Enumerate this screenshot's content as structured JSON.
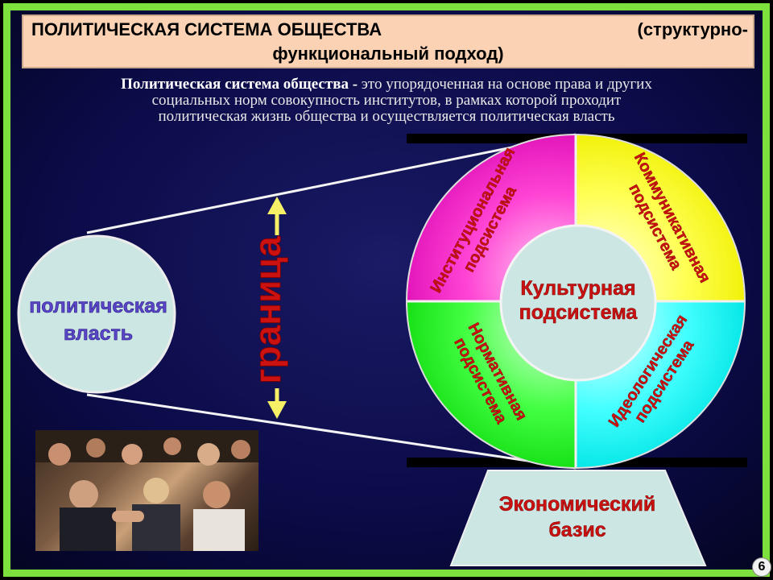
{
  "title": {
    "left": "ПОЛИТИЧЕСКАЯ СИСТЕМА ОБЩЕСТВА",
    "right": "(структурно-",
    "line2": "функциональный подход)"
  },
  "definition": {
    "term": "Политическая система общества -",
    "line1_rest": " это упорядоченная на основе права и других",
    "line2": "социальных норм совокупность институтов, в рамках которой проходит",
    "line3": "политическая жизнь общества и осуществляется политическая власть"
  },
  "power_circle": {
    "line1": "политическая",
    "line2": "власть"
  },
  "boundary_label": "граница",
  "wheel": {
    "center": {
      "line1": "Культурная",
      "line2": "подсистема"
    },
    "institutional": {
      "line1": "Институциональная",
      "line2": "подсистема",
      "color": "#ff33cc"
    },
    "communicative": {
      "line1": "Коммуникативная",
      "line2": "подсистема",
      "color": "#ffff33"
    },
    "normative": {
      "line1": "Нормативная",
      "line2": "подсистема",
      "color": "#33ff33"
    },
    "ideological": {
      "line1": "Идеологическая",
      "line2": "подсистема",
      "color": "#33ffff"
    }
  },
  "base": {
    "line1": "Экономический",
    "line2": "базис"
  },
  "page_number": "6",
  "colors": {
    "frame_green": "#7ee03c",
    "background_navy": "#070740",
    "title_fill": "#fbd3b4",
    "label_red": "#cc1111",
    "power_text": "#5a44c8",
    "arrow_yellow": "#f6f066"
  }
}
